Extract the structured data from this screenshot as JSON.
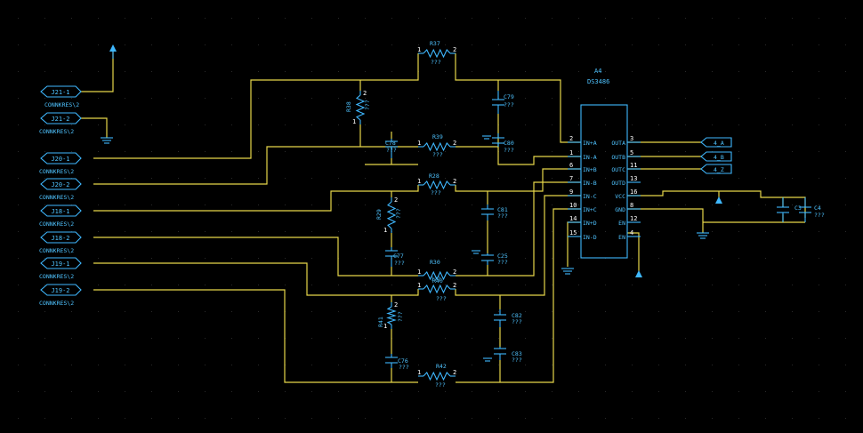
{
  "ic": {
    "ref": "A4",
    "part": "DS3486",
    "left_pins": [
      {
        "num": "2",
        "name": "IN+A"
      },
      {
        "num": "1",
        "name": "IN-A"
      },
      {
        "num": "6",
        "name": "IN+B"
      },
      {
        "num": "7",
        "name": "IN-B"
      },
      {
        "num": "9",
        "name": "IN-C"
      },
      {
        "num": "10",
        "name": "IN+C"
      },
      {
        "num": "14",
        "name": "IN+D"
      },
      {
        "num": "15",
        "name": "IN-D"
      }
    ],
    "right_pins": [
      {
        "num": "3",
        "name": "OUTA"
      },
      {
        "num": "5",
        "name": "OUTB"
      },
      {
        "num": "11",
        "name": "OUTC"
      },
      {
        "num": "13",
        "name": "OUTD"
      },
      {
        "num": "16",
        "name": "VCC"
      },
      {
        "num": "8",
        "name": "GND"
      },
      {
        "num": "12",
        "name": "EN"
      },
      {
        "num": "4",
        "name": "EN"
      }
    ]
  },
  "connectors": [
    {
      "name": "J21-1",
      "label": "CONNKRES\\2"
    },
    {
      "name": "J21-2",
      "label": "CONNKRES\\2"
    },
    {
      "name": "J20-1",
      "label": "CONNKRES\\2"
    },
    {
      "name": "J20-2",
      "label": "CONNKRES\\2"
    },
    {
      "name": "J18-1",
      "label": "CONNKRES\\2"
    },
    {
      "name": "J18-2",
      "label": "CONNKRES\\2"
    },
    {
      "name": "J19-1",
      "label": "CONNKRES\\2"
    },
    {
      "name": "J19-2",
      "label": "CONNKRES\\2"
    }
  ],
  "outputs": [
    "4_A",
    "4_B",
    "4_Z"
  ],
  "resistors": [
    {
      "ref": "R37",
      "value": "???",
      "pin1": "1",
      "pin2": "2"
    },
    {
      "ref": "R38",
      "value": "???",
      "pin1": "1",
      "pin2": "2"
    },
    {
      "ref": "R39",
      "value": "???",
      "pin1": "1",
      "pin2": "2"
    },
    {
      "ref": "R28",
      "value": "???",
      "pin1": "1",
      "pin2": "2"
    },
    {
      "ref": "R29",
      "value": "???",
      "pin1": "1",
      "pin2": "2"
    },
    {
      "ref": "R30",
      "value": "???",
      "pin1": "1",
      "pin2": "2"
    },
    {
      "ref": "R40",
      "value": "???",
      "pin1": "1",
      "pin2": "2"
    },
    {
      "ref": "R41",
      "value": "???",
      "pin1": "1",
      "pin2": "2"
    },
    {
      "ref": "R42",
      "value": "???",
      "pin1": "1",
      "pin2": "2"
    }
  ],
  "capacitors": [
    {
      "ref": "C79",
      "value": "???"
    },
    {
      "ref": "C78",
      "value": "???"
    },
    {
      "ref": "C80",
      "value": "???"
    },
    {
      "ref": "C81",
      "value": "???"
    },
    {
      "ref": "C77",
      "value": "???"
    },
    {
      "ref": "C25",
      "value": "???"
    },
    {
      "ref": "C82",
      "value": "???"
    },
    {
      "ref": "C76",
      "value": "???"
    },
    {
      "ref": "C83",
      "value": "???"
    },
    {
      "ref": "C3",
      "value": ""
    },
    {
      "ref": "C4",
      "value": "???"
    }
  ],
  "colors": {
    "background": "#000000",
    "wire": "#e6d64a",
    "symbol": "#3fb8ff"
  }
}
